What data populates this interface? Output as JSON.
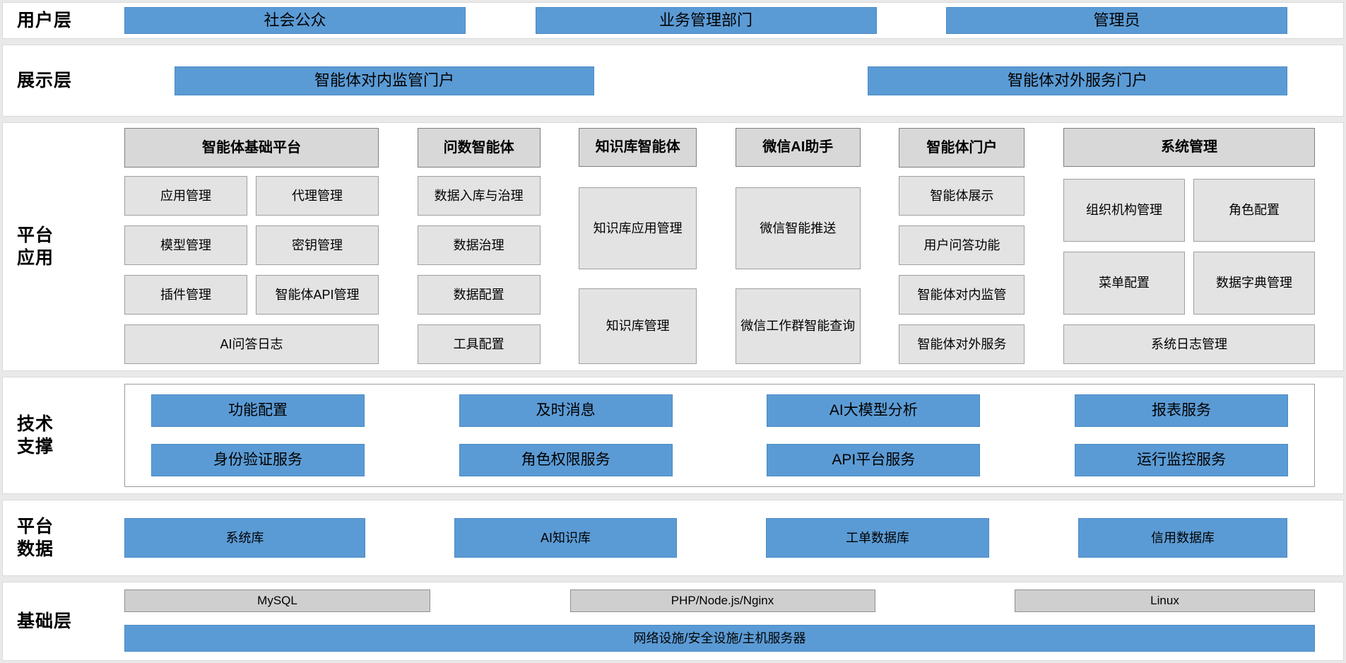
{
  "colors": {
    "blue": "#5b9bd5",
    "header_gray": "#d8d8d8",
    "item_gray": "#e3e3e3",
    "base_gray": "#cfcfcf"
  },
  "user_layer": {
    "label": "用户层",
    "items": [
      "社会公众",
      "业务管理部门",
      "管理员"
    ]
  },
  "display_layer": {
    "label": "展示层",
    "items": [
      "智能体对内监管门户",
      "智能体对外服务门户"
    ]
  },
  "platform_app_layer": {
    "label": "平台\n应用",
    "groups": [
      {
        "title": "智能体基础平台",
        "items": [
          "应用管理",
          "代理管理",
          "模型管理",
          "密钥管理",
          "插件管理",
          "智能体API管理",
          "AI问答日志"
        ]
      },
      {
        "title": "问数智能体",
        "items": [
          "数据入库与治理",
          "数据治理",
          "数据配置",
          "工具配置"
        ]
      },
      {
        "title": "知识库智能体",
        "items": [
          "知识库应用管理",
          "知识库管理"
        ]
      },
      {
        "title": "微信AI助手",
        "items": [
          "微信智能推送",
          "微信工作群智能查询"
        ]
      },
      {
        "title": "智能体门户",
        "items": [
          "智能体展示",
          "用户问答功能",
          "智能体对内监管",
          "智能体对外服务"
        ]
      },
      {
        "title": "系统管理",
        "items": [
          "组织机构管理",
          "角色配置",
          "菜单配置",
          "数据字典管理",
          "系统日志管理"
        ]
      }
    ]
  },
  "tech_layer": {
    "label": "技术\n支撑",
    "items": [
      "功能配置",
      "及时消息",
      "AI大模型分析",
      "报表服务",
      "身份验证服务",
      "角色权限服务",
      "API平台服务",
      "运行监控服务"
    ]
  },
  "data_layer": {
    "label": "平台\n数据",
    "items": [
      "系统库",
      "AI知识库",
      "工单数据库",
      "信用数据库"
    ]
  },
  "base_layer": {
    "label": "基础层",
    "tech_items": [
      "MySQL",
      "PHP/Node.js/Nginx",
      "Linux"
    ],
    "infra_item": "网络设施/安全设施/主机服务器"
  }
}
